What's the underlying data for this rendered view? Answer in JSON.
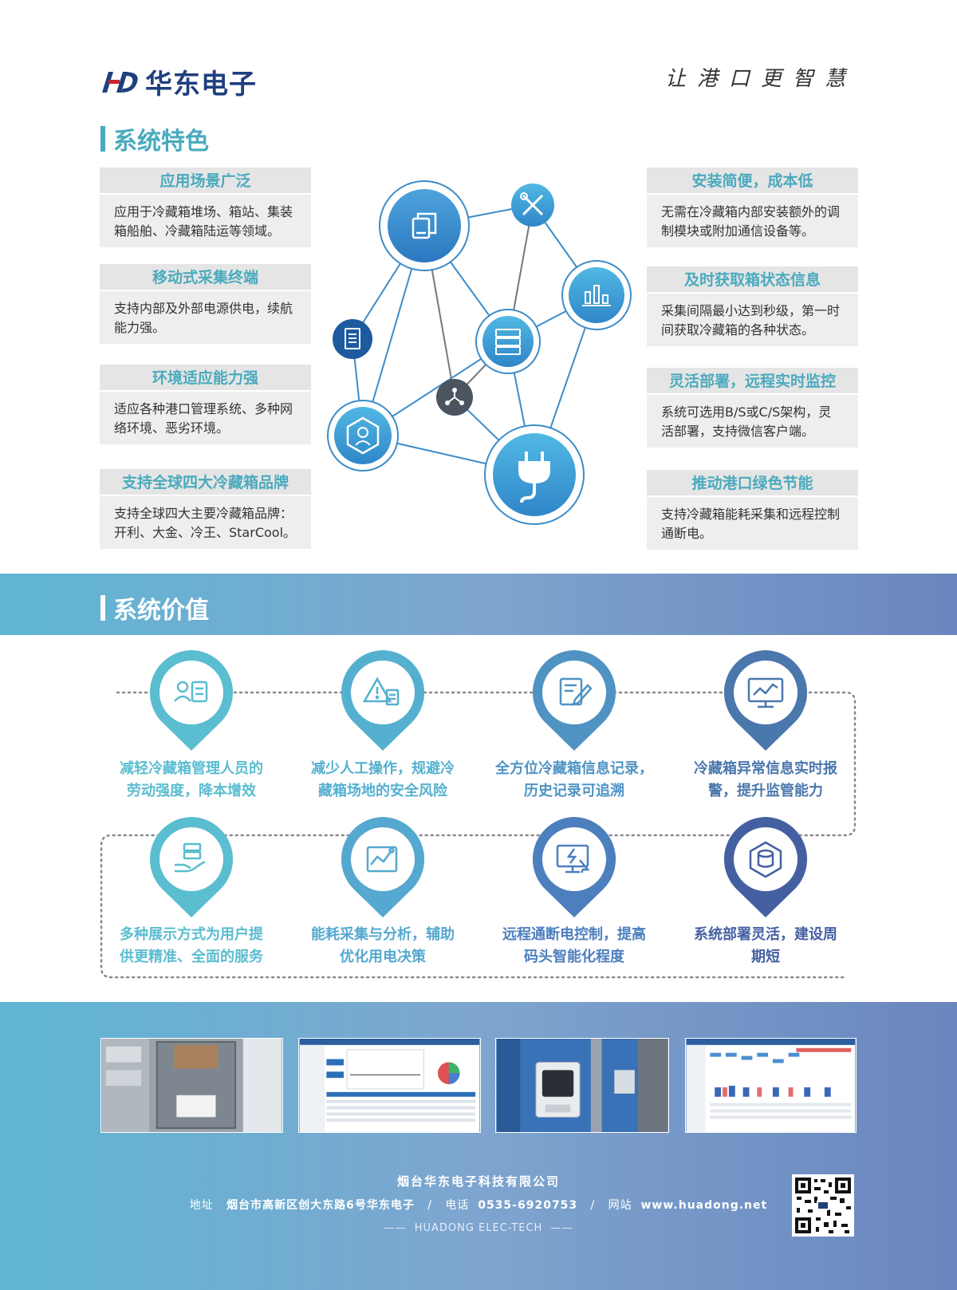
{
  "header": {
    "brand": "华东电子",
    "slogan": "让港口更智慧"
  },
  "features": {
    "title": "系统特色",
    "left": [
      {
        "title": "应用场景广泛",
        "desc": "应用于冷藏箱堆场、箱站、集装箱船舶、冷藏箱陆运等领域。"
      },
      {
        "title": "移动式采集终端",
        "desc": "支持内部及外部电源供电，续航能力强。"
      },
      {
        "title": "环境适应能力强",
        "desc": "适应各种港口管理系统、多种网络环境、恶劣环境。"
      },
      {
        "title": "支持全球四大冷藏箱品牌",
        "desc": "支持全球四大主要冷藏箱品牌：开利、大金、冷王、StarCool。"
      }
    ],
    "right": [
      {
        "title": "安装简便，成本低",
        "desc": "无需在冷藏箱内部安装额外的调制模块或附加通信设备等。"
      },
      {
        "title": "及时获取箱状态信息",
        "desc": "采集间隔最小达到秒级，第一时间获取冷藏箱的各种状态。"
      },
      {
        "title": "灵活部署，远程实时监控",
        "desc": "系统可选用B/S或C/S架构，灵活部署，支持微信客户端。"
      },
      {
        "title": "推动港口绿色节能",
        "desc": "支持冷藏箱能耗采集和远程控制通断电。"
      }
    ],
    "network_icons": [
      "copy-icon",
      "tools-icon",
      "bar-chart-icon",
      "server-icon",
      "document-icon",
      "hub-icon",
      "badge-icon",
      "plug-icon"
    ]
  },
  "values": {
    "title": "系统价值",
    "items": [
      {
        "line1": "减轻冷藏箱管理人员的",
        "line2": "劳动强度，降本增效",
        "icon": "user-id-icon",
        "color": "#5bbdd0"
      },
      {
        "line1": "减少人工操作，规避冷",
        "line2": "藏箱场地的安全风险",
        "icon": "warning-doc-icon",
        "color": "#55b0cf"
      },
      {
        "line1": "全方位冷藏箱信息记录，",
        "line2": "历史记录可追溯",
        "icon": "edit-doc-icon",
        "color": "#4f93c3"
      },
      {
        "line1": "冷藏箱异常信息实时报",
        "line2": "警，提升监管能力",
        "icon": "monitor-chart-icon",
        "color": "#4a77ac"
      },
      {
        "line1": "多种展示方式为用户提",
        "line2": "供更精准、全面的服务",
        "icon": "hand-server-icon",
        "color": "#5bbdd0"
      },
      {
        "line1": "能耗采集与分析，辅助",
        "line2": "优化用电决策",
        "icon": "analytics-icon",
        "color": "#55a8cf"
      },
      {
        "line1": "远程通断电控制，提高",
        "line2": "码头智能化程度",
        "icon": "remote-control-icon",
        "color": "#4d7fbf"
      },
      {
        "line1": "系统部署灵活，建设周",
        "line2": "期短",
        "icon": "deploy-hex-icon",
        "color": "#4560a2"
      }
    ]
  },
  "footer": {
    "company": "烟台华东电子科技有限公司",
    "address_label": "地址",
    "address": "烟台市高新区创大东路6号华东电子",
    "phone_label": "电话",
    "phone": "0535-6920753",
    "website_label": "网站",
    "website": "www.huadong.net",
    "english": "HUADONG ELEC-TECH"
  },
  "colors": {
    "accent": "#4aaabd",
    "brand": "#1f3f7d",
    "band_start": "#5fb6d4",
    "band_end": "#6a86be"
  }
}
